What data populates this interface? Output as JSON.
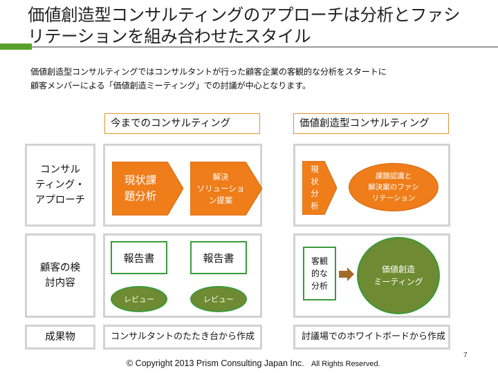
{
  "title": {
    "line1": "価値創造型コンサルティングのアプローチは分析とファシ",
    "line2": "リテーションを組み合わせたスタイル"
  },
  "intro": {
    "line1": "価値創造型コンサルティングではコンサルタントが行った顧客企業の客観的な分析をスタートに",
    "line2": "顧客メンバーによる「価値創造ミーティング」での討議が中心となります。"
  },
  "columns": {
    "old": "今までのコンサルティング",
    "new": "価値創造型コンサルティング"
  },
  "rows": {
    "approach": {
      "line1": "コンサル",
      "line2": "ティング・",
      "line3": "アプローチ"
    },
    "review": {
      "line1": "顧客の検",
      "line2": "討内容"
    },
    "result": "成果物"
  },
  "old_approach": {
    "step1": {
      "line1": "現状課",
      "line2": "題分析"
    },
    "step2": {
      "line1": "解決",
      "line2": "ソリューショ",
      "line3": "ン提案"
    }
  },
  "new_approach": {
    "step1": {
      "c1": "現",
      "c2": "状",
      "c3": "分",
      "c4": "析"
    },
    "ellipse": {
      "line1": "課題認識と",
      "line2": "解決案のファシ",
      "line3": "リテーション"
    }
  },
  "old_review": {
    "report1": "報告書",
    "report2": "報告書",
    "review1": "レビュー",
    "review2": "レビュー"
  },
  "new_review": {
    "analysis": {
      "line1": "客観",
      "line2": "的な",
      "line3": "分析"
    },
    "meeting": {
      "line1": "価値創造",
      "line2": "ミーティング"
    }
  },
  "results": {
    "old": "コンサルタントのたたき台から作成",
    "new": "討議場でのホワイトボードから作成"
  },
  "footer": {
    "copyright": "© Copyright 2013   Prism Consulting Japan Inc.",
    "rights": "All Rights Reserved.",
    "page": "7"
  },
  "colors": {
    "accent_green": "#5aa02c",
    "orange": "#ef7d1a",
    "olive": "#6e8a32",
    "box_green": "#3a9a3a",
    "header_border": "#e8902f"
  }
}
